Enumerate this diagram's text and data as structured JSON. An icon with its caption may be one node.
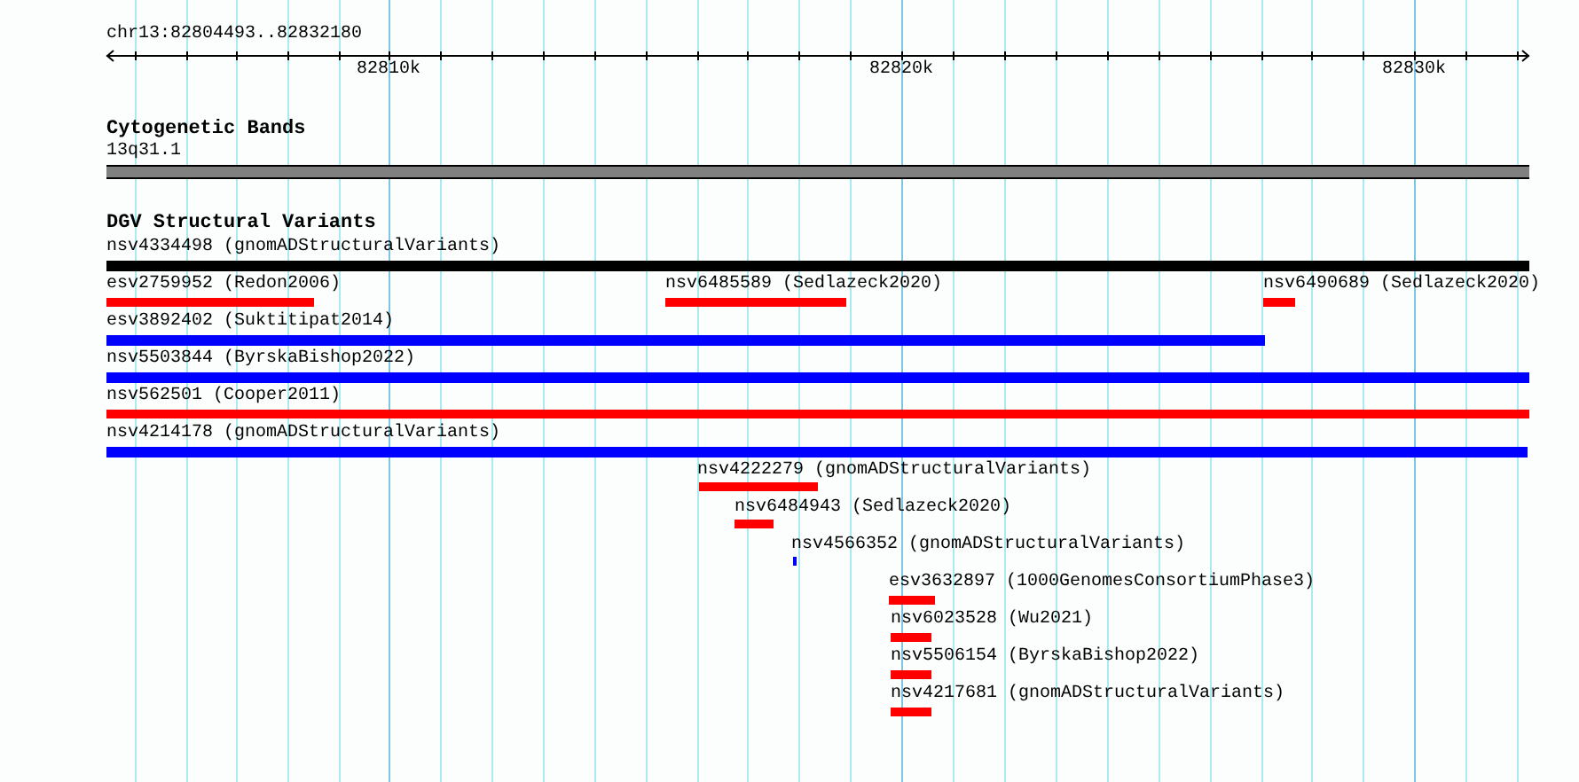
{
  "diagram": {
    "nodes": [
      {
        "text": [
          "13q31.1"
        ]
      },
      {
        "text": [
          "nsv4334498 (gnomADStructuralVariants)"
        ]
      },
      {
        "text": [
          "esv2759952 (Redon2006)"
        ]
      },
      {
        "text": [
          "nsv6485589 (Sedlazeck2020)"
        ]
      },
      {
        "text": [
          "nsv6490689 (Sedlazeck2020)"
        ]
      },
      {
        "text": [
          "esv3892402 (Suktitipat2014)"
        ]
      },
      {
        "text": [
          "nsv5503844 (ByrskaBishop2022)"
        ]
      },
      {
        "text": [
          "nsv562501 (Cooper2011)"
        ]
      },
      {
        "text": [
          "nsv4214178 (gnomADStructuralVariants)"
        ]
      },
      {
        "text": [
          "nsv4222279 (gnomADStructuralVariants)"
        ]
      },
      {
        "text": [
          "nsv6484943 (Sedlazeck2020)"
        ]
      },
      {
        "text": [
          "nsv4566352 (gnomADStructuralVariants)"
        ]
      },
      {
        "text": [
          "esv3632897 (1000GenomesConsortiumPhase3)"
        ]
      },
      {
        "text": [
          "nsv6023528 (Wu2021)"
        ]
      },
      {
        "text": [
          "nsv5506154 (ByrskaBishop2022)"
        ]
      },
      {
        "text": [
          "nsv4217681 (gnomADStructuralVariants)"
        ]
      }
    ],
    "labels": [
      "chr13:82804493..82832180",
      "82810k",
      "82820k",
      "82830k",
      "Cytogenetic Bands",
      "DGV Structural Variants"
    ]
  }
}
